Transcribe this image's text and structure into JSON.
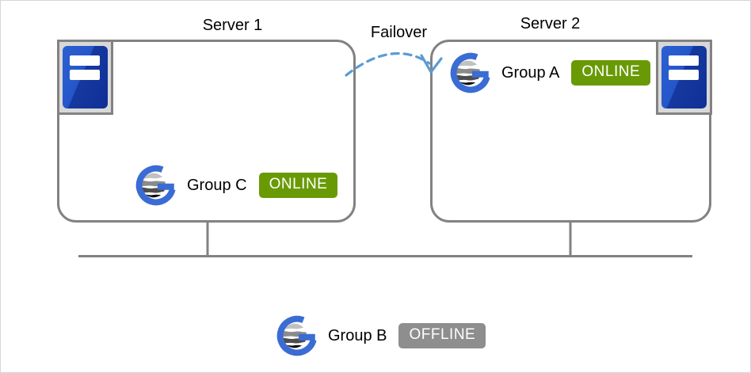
{
  "diagram": {
    "failover": {
      "label": "Failover",
      "arrow_color": "#5b9bd5"
    },
    "servers": [
      {
        "name": "Server 1",
        "groups": [
          {
            "name": "Group C",
            "status": "ONLINE"
          }
        ]
      },
      {
        "name": "Server 2",
        "groups": [
          {
            "name": "Group A",
            "status": "ONLINE"
          }
        ]
      }
    ],
    "standalone_group": {
      "name": "Group B",
      "status": "OFFLINE"
    },
    "status_colors": {
      "online": "#699a05",
      "offline": "#8e8e8e"
    },
    "line_color": "#828282",
    "icons": {
      "server": "server-tower-icon",
      "group": "cluster-group-icon"
    }
  }
}
